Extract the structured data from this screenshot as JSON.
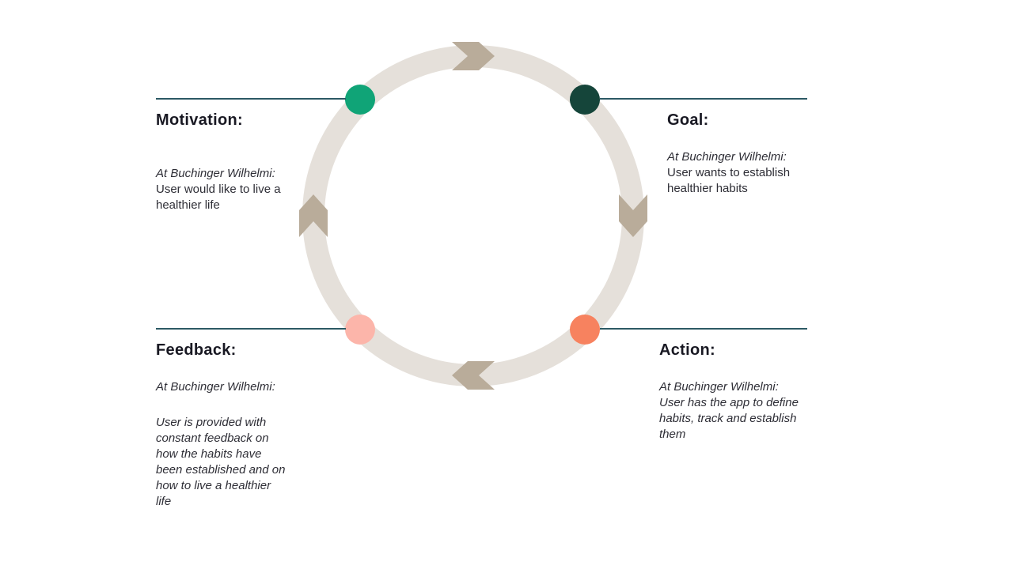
{
  "page": {
    "background": "#ffffff",
    "kind": "habit-loop cycle diagram"
  },
  "colors": {
    "ring": "#e5e0da",
    "arrow": "#b9ac9a",
    "line": "#2c5964",
    "heading_text": "#191923",
    "body_text": "#2e2e36",
    "dot_motivation": "#10a477",
    "dot_goal": "#15453a",
    "dot_feedback": "#fcb5aa",
    "dot_action": "#f7825f"
  },
  "icons": {
    "arrow_top": "chevron-arrow-right",
    "arrow_right": "chevron-arrow-down",
    "arrow_bottom": "chevron-arrow-left",
    "arrow_left": "chevron-arrow-up",
    "cycle_direction": "clockwise"
  },
  "sections": {
    "motivation": {
      "heading": "Motivation:",
      "intro": "At Buchinger Wilhelmi:",
      "body": "User would like to live a healthier life"
    },
    "goal": {
      "heading": "Goal:",
      "intro": "At Buchinger Wilhelmi:",
      "body": "User wants to establish healthier habits"
    },
    "feedback": {
      "heading": "Feedback:",
      "intro": "At Buchinger Wilhelmi:",
      "body": "User is provided with constant feedback on how the habits have been established and on how to live a healthier life"
    },
    "action": {
      "heading": "Action:",
      "intro": "At Buchinger Wilhelmi:",
      "body": "User has the app to define habits, track and establish them"
    }
  }
}
